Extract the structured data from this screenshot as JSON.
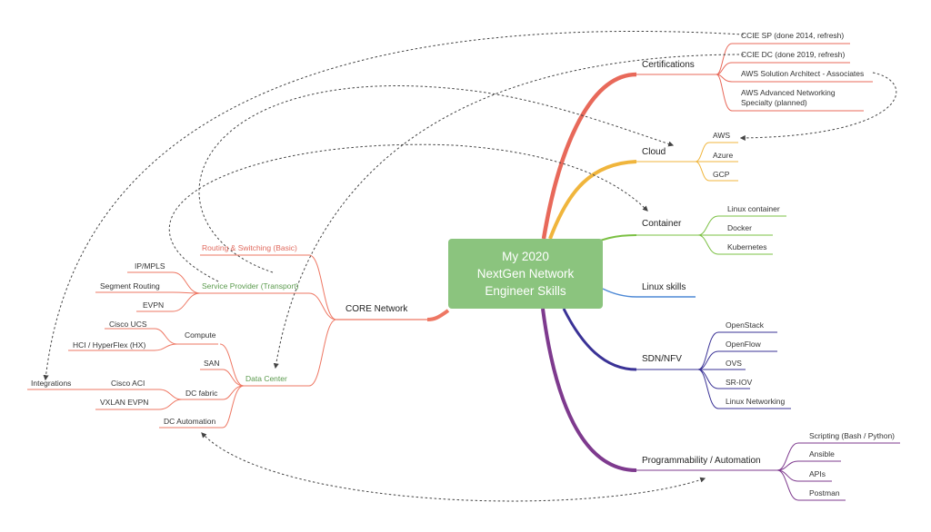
{
  "central": {
    "line1": "My 2020",
    "line2": "NextGen Network",
    "line3": "Engineer Skills"
  },
  "colors": {
    "certifications": "#e8695a",
    "cloud": "#f0b53c",
    "container": "#7bc043",
    "linux": "#4f8ad6",
    "sdn": "#3a3296",
    "programmability": "#7e3a8e",
    "core": "#ee7763",
    "central_box": "#8bc47e",
    "green_text": "#5a9a4c",
    "dashed": "#444444"
  },
  "certifications": {
    "label": "Certifications",
    "items": [
      "CCIE SP (done 2014, refresh)",
      "CCIE DC (done 2019, refresh)",
      "AWS Solution Architect - Associates",
      "AWS Advanced Networking Specialty (planned)"
    ]
  },
  "cloud": {
    "label": "Cloud",
    "items": [
      "AWS",
      "Azure",
      "GCP"
    ]
  },
  "container": {
    "label": "Container",
    "items": [
      "Linux container",
      "Docker",
      "Kubernetes"
    ]
  },
  "linux": {
    "label": "Linux skills"
  },
  "sdn": {
    "label": "SDN/NFV",
    "items": [
      "OpenStack",
      "OpenFlow",
      "OVS",
      "SR-IOV",
      "Linux Networking"
    ]
  },
  "programmability": {
    "label": "Programmability / Automation",
    "items": [
      "Scripting (Bash / Python)",
      "Ansible",
      "APIs",
      "Postman"
    ]
  },
  "core": {
    "label": "CORE Network",
    "routing": "Routing & Switching (Basic)",
    "sp": {
      "label": "Service Provider (Transport)",
      "items": [
        "IP/MPLS",
        "Segment Routing",
        "EVPN"
      ]
    },
    "compute": {
      "label": "Compute",
      "items": [
        "Cisco UCS",
        "HCI / HyperFlex (HX)"
      ]
    },
    "dc": {
      "label": "Data Center",
      "san": "SAN",
      "fabric": {
        "label": "DC fabric",
        "items": [
          "Cisco ACI",
          "VXLAN EVPN"
        ],
        "integrations": "Integrations"
      },
      "automation": "DC Automation"
    }
  }
}
